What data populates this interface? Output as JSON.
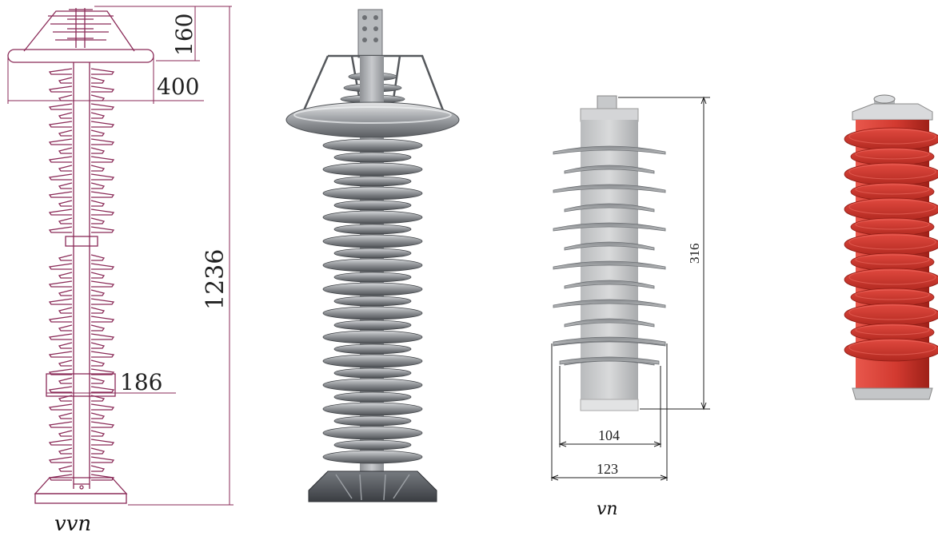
{
  "figures": {
    "vvn": {
      "caption": "vvn",
      "dim_total_height": "1236",
      "dim_top_height": "160",
      "dim_ring_width": "400",
      "dim_shed_diameter": "186",
      "line_color": "#8a2a57"
    },
    "vn": {
      "caption": "vn",
      "dim_height": "316",
      "dim_inner_width": "104",
      "dim_outer_width": "123"
    }
  },
  "colors": {
    "drawing_line": "#8a2a57",
    "render_grey_dark": "#5f6266",
    "render_grey_light": "#c9cbcd",
    "render_red": "#dc3b32",
    "render_red_dark": "#a8231c"
  }
}
